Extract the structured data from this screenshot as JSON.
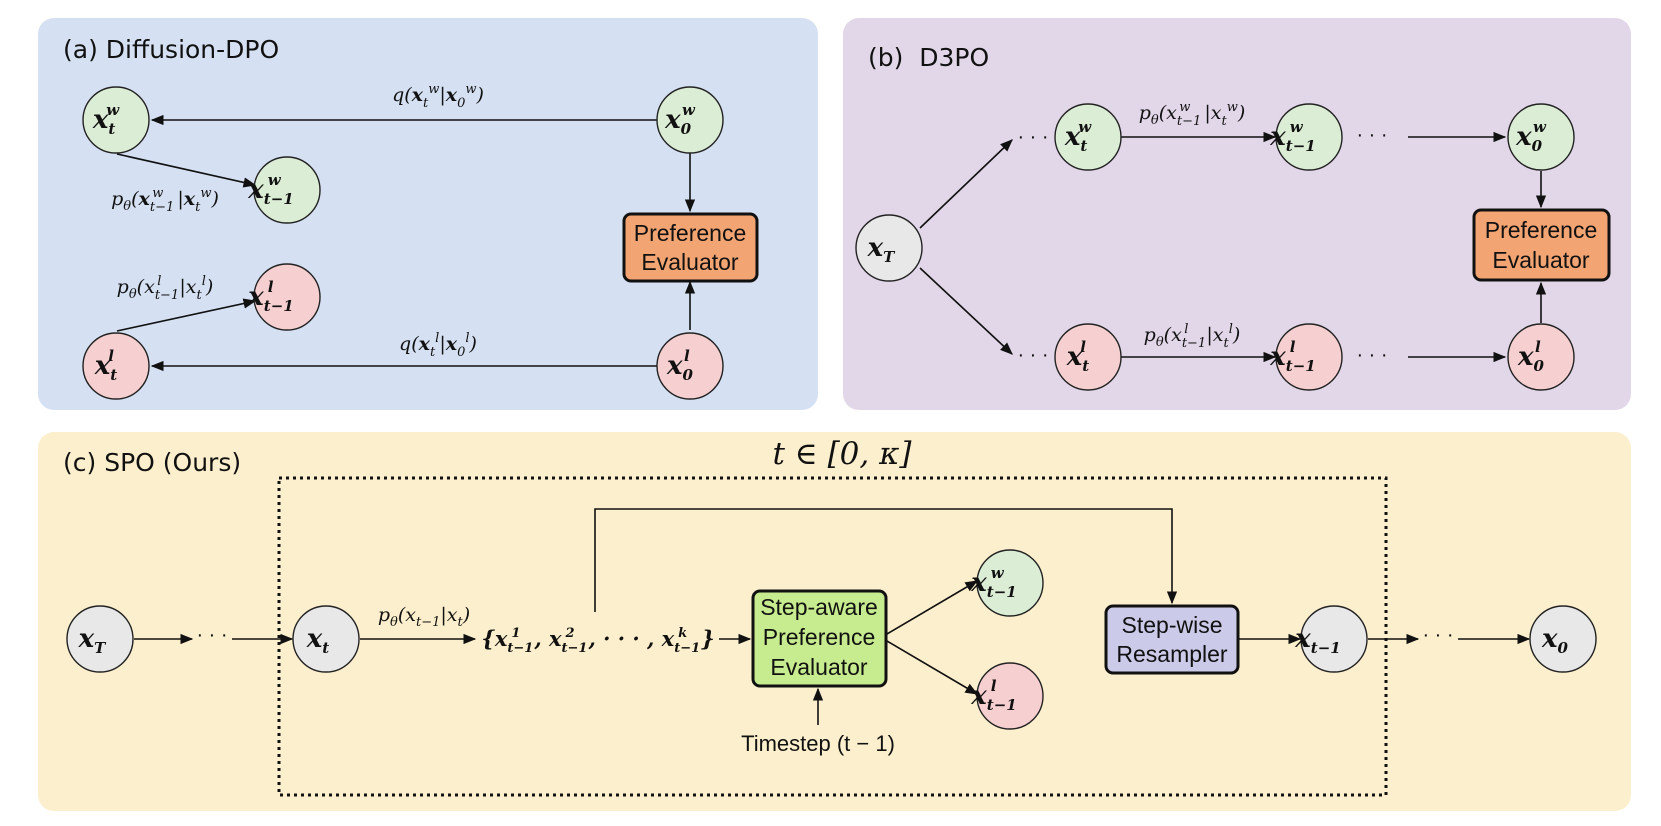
{
  "colors": {
    "panel_a_bg": "#d5e1f3",
    "panel_b_bg": "#e2d7e9",
    "panel_c_bg": "#fcefcd",
    "node_win": "#dcedd6",
    "node_lose": "#f6cfd0",
    "node_neutral": "#e8e8e8",
    "evaluator": "#f2a472",
    "step_evaluator": "#c7ec8f",
    "resampler": "#cbcbe9"
  },
  "panel_a": {
    "title": "(a) Diffusion-DPO",
    "nodes": {
      "xtw": {
        "base": "x",
        "sub": "t",
        "sup": "w"
      },
      "xt1w": {
        "base": "x",
        "sub": "t−1",
        "sup": "w"
      },
      "x0w": {
        "base": "x",
        "sub": "0",
        "sup": "w"
      },
      "xt1l": {
        "base": "x",
        "sub": "t−1",
        "sup": "l"
      },
      "xtl": {
        "base": "x",
        "sub": "t",
        "sup": "l"
      },
      "x0l": {
        "base": "x",
        "sub": "0",
        "sup": "l"
      }
    },
    "labels": {
      "q_w": "q(x_t^w|x_0^w)",
      "p_w": "p_θ(x_{t−1}^w|x_t^w)",
      "p_l": "p_θ(x_{t−1}^l|x_t^l)",
      "q_l": "q(x_t^l|x_0^l)"
    },
    "evaluator": [
      "Preference",
      "Evaluator"
    ]
  },
  "panel_b": {
    "title": "(b)  D3PO",
    "nodes": {
      "xT": {
        "base": "x",
        "sub": "T",
        "sup": ""
      },
      "xtw": {
        "base": "x",
        "sub": "t",
        "sup": "w"
      },
      "xt1w": {
        "base": "x",
        "sub": "t−1",
        "sup": "w"
      },
      "x0w": {
        "base": "x",
        "sub": "0",
        "sup": "w"
      },
      "xtl": {
        "base": "x",
        "sub": "t",
        "sup": "l"
      },
      "xt1l": {
        "base": "x",
        "sub": "t−1",
        "sup": "l"
      },
      "x0l": {
        "base": "x",
        "sub": "0",
        "sup": "l"
      }
    },
    "labels": {
      "p_w": "p_θ(x_{t−1}^w|x_t^w)",
      "p_l": "p_θ(x_{t−1}^l|x_t^l)"
    },
    "dots": "· · ·",
    "evaluator": [
      "Preference",
      "Evaluator"
    ]
  },
  "panel_c": {
    "title": "(c) SPO (Ours)",
    "range_label": "t ∈ [0, κ]",
    "nodes": {
      "xT": {
        "base": "x",
        "sub": "T",
        "sup": ""
      },
      "xt": {
        "base": "x",
        "sub": "t",
        "sup": ""
      },
      "xt1w": {
        "base": "x",
        "sub": "t−1",
        "sup": "w"
      },
      "xt1l": {
        "base": "x",
        "sub": "t−1",
        "sup": "l"
      },
      "xt1": {
        "base": "x",
        "sub": "t−1",
        "sup": ""
      },
      "x0": {
        "base": "x",
        "sub": "0",
        "sup": ""
      }
    },
    "p_label": "p_θ(x_{t−1}|x_t)",
    "candidate_set": "{x_{t−1}^1, x_{t−1}^2, · · · , x_{t−1}^k}",
    "step_evaluator": [
      "Step-aware",
      "Preference",
      "Evaluator"
    ],
    "resampler": [
      "Step-wise",
      "Resampler"
    ],
    "timestep_label": "Timestep (t − 1)",
    "dots": "· · ·"
  }
}
